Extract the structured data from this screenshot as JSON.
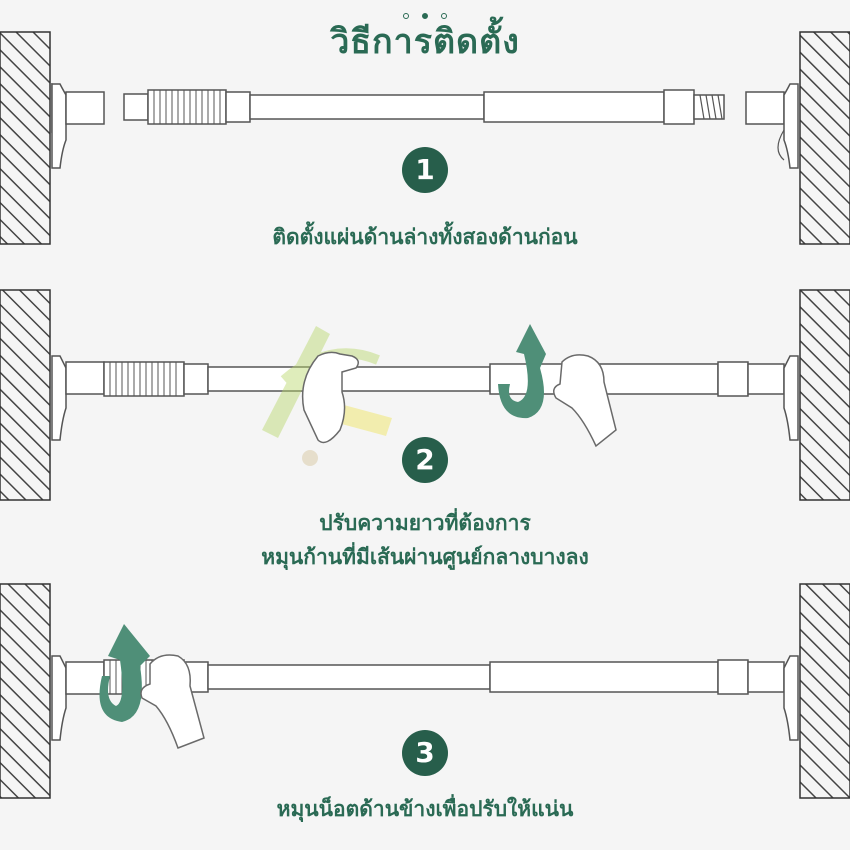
{
  "title": "วิธีการติดตั้ง",
  "pagination": {
    "count": 3,
    "active_index": 1
  },
  "steps": [
    {
      "number": "1",
      "lines": [
        "ติดตั้งแผ่นด้านล่างทั้งสองด้านก่อน"
      ]
    },
    {
      "number": "2",
      "lines": [
        "ปรับความยาวที่ต้องการ",
        "หมุนก้านที่มีเส้นผ่านศูนย์กลางบางลง"
      ]
    },
    {
      "number": "3",
      "lines": [
        "หมุนน็อตด้านข้างเพื่อปรับให้แน่น"
      ]
    }
  ],
  "colors": {
    "accent": "#2a6a54",
    "badge": "#275e4b",
    "arrow": "#4f8f78",
    "line": "#555555"
  }
}
